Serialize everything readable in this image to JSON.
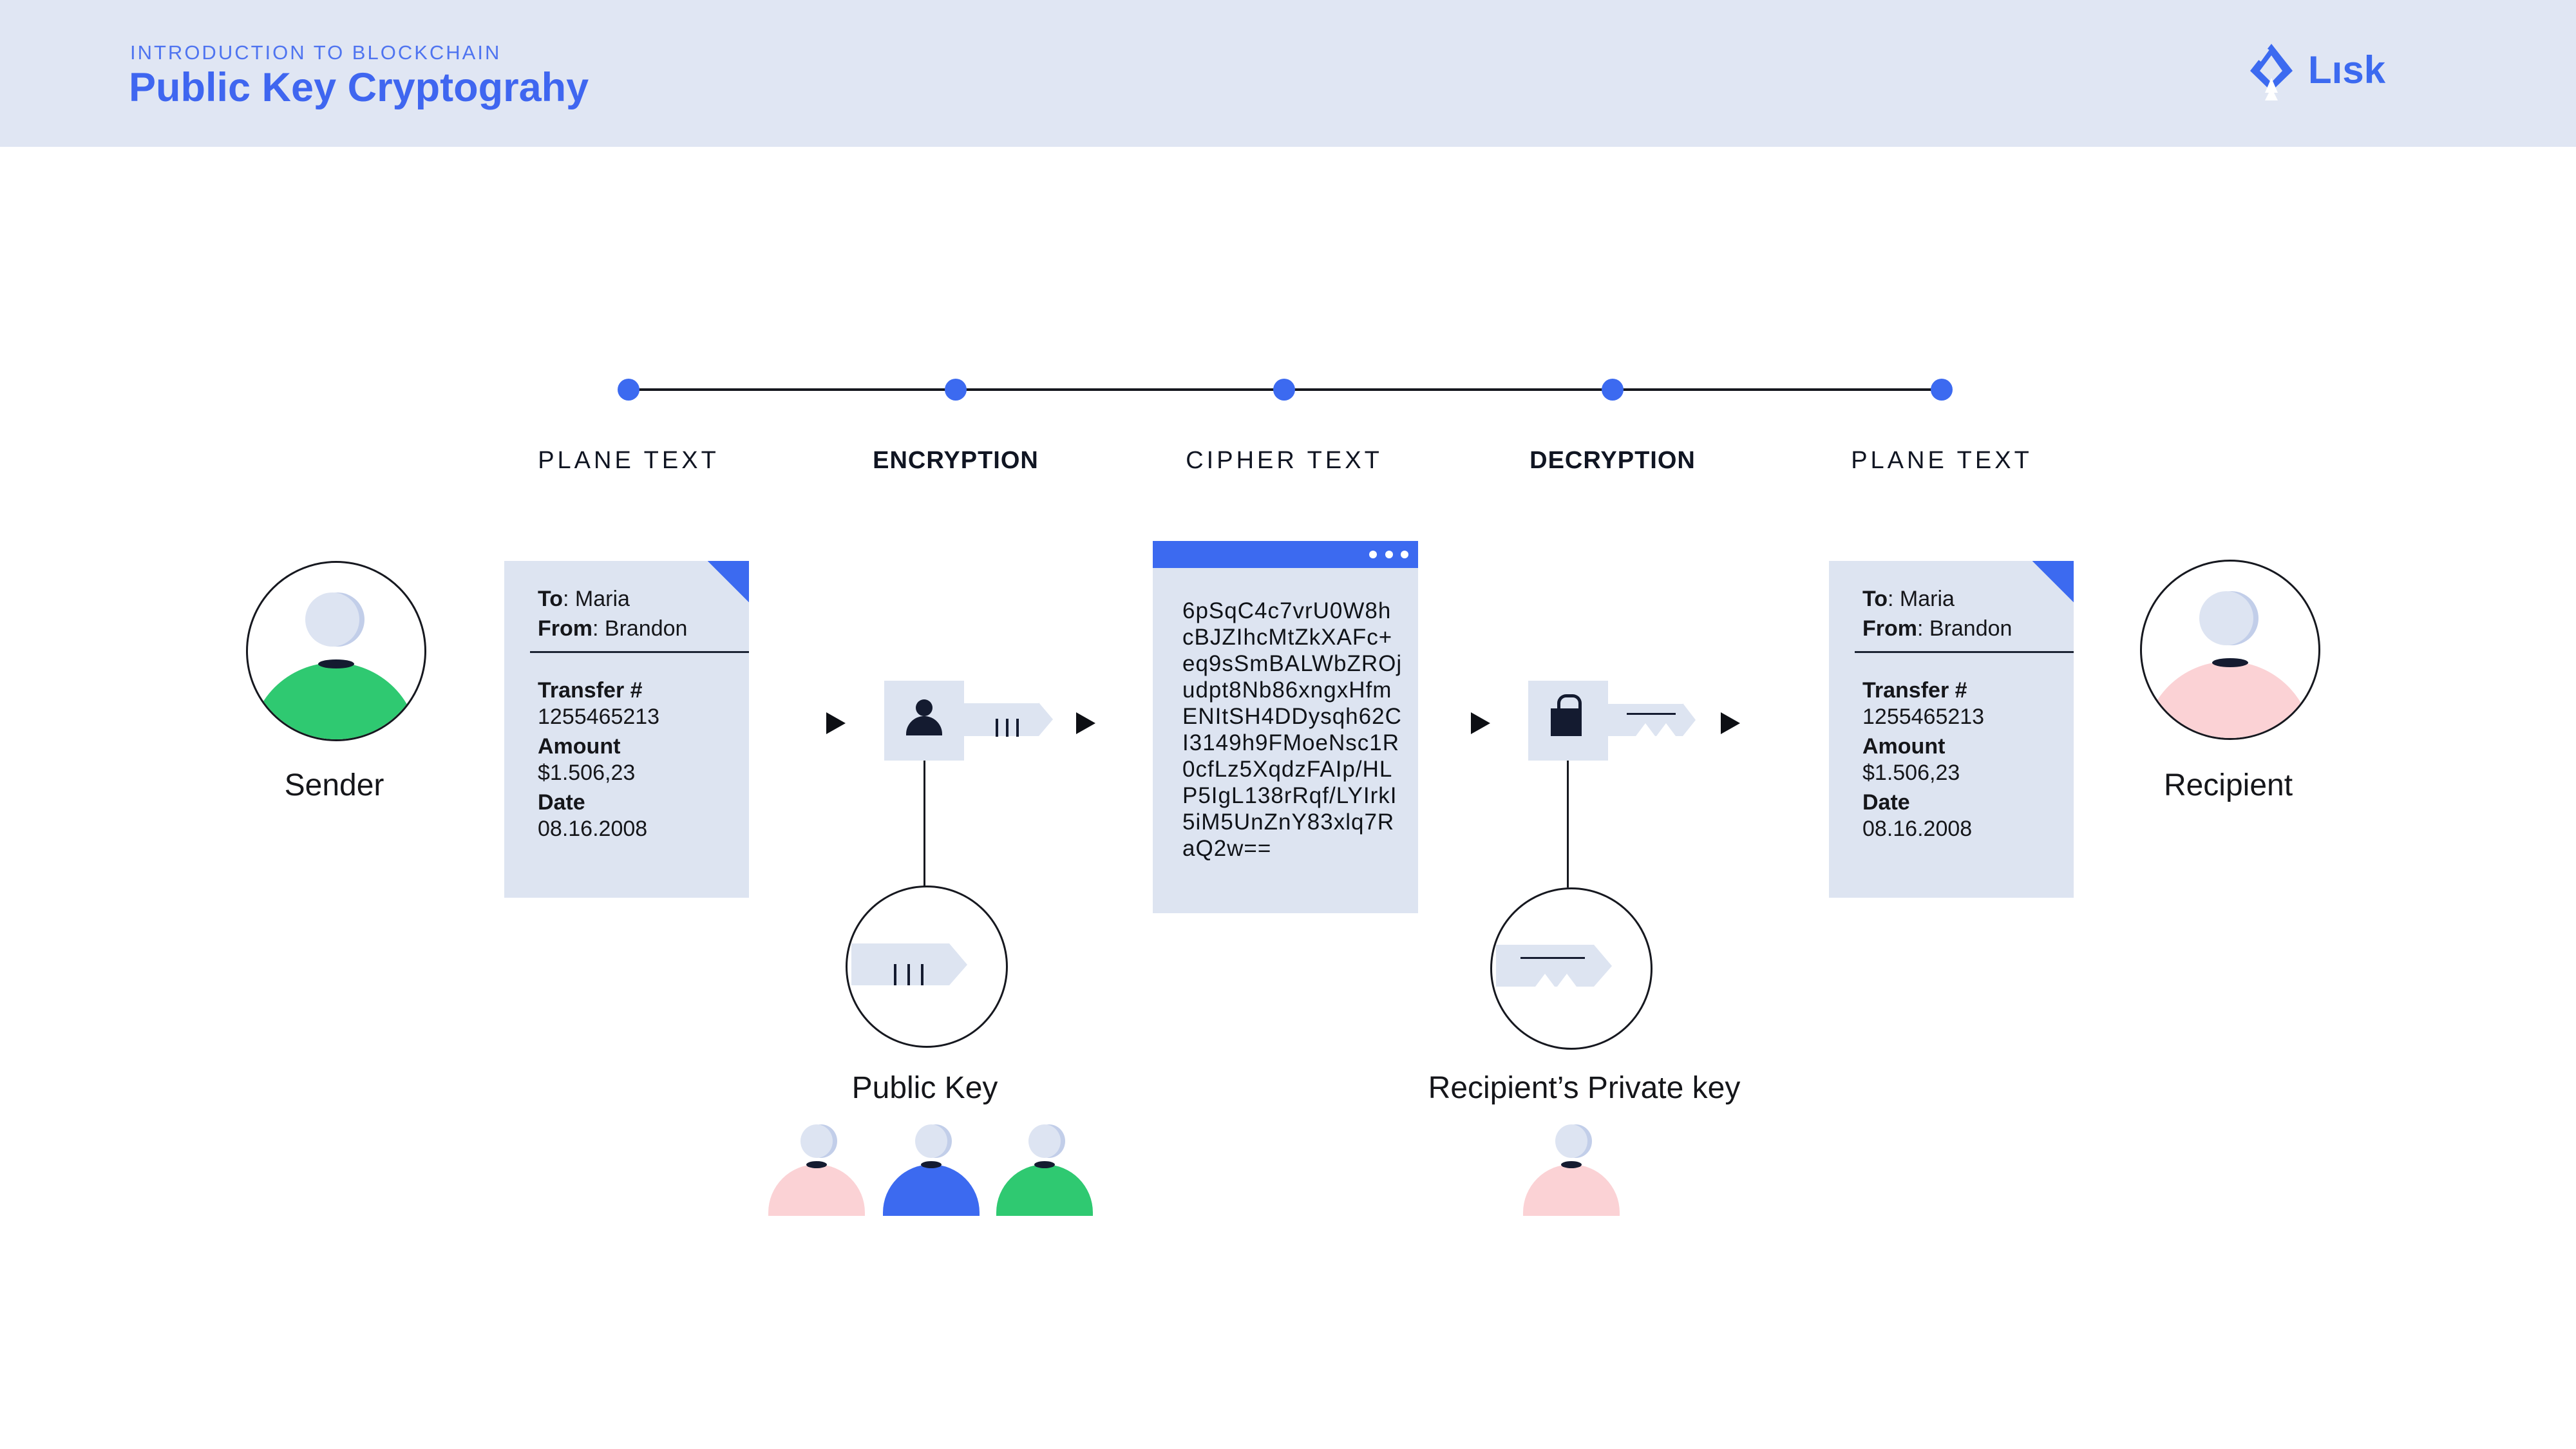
{
  "header": {
    "eyebrow": "INTRODUCTION TO BLOCKCHAIN",
    "title": "Public Key Cryptograhy",
    "brand": "Lısk"
  },
  "timeline": {
    "stages": [
      {
        "label": "PLANE TEXT"
      },
      {
        "label": "ENCRYPTION"
      },
      {
        "label": "CIPHER TEXT"
      },
      {
        "label": "DECRYPTION"
      },
      {
        "label": "PLANE TEXT"
      }
    ]
  },
  "message": {
    "to_label": "To",
    "to_value": ": Maria",
    "from_label": "From",
    "from_value": ": Brandon",
    "transfer_label": "Transfer #",
    "transfer_value": "1255465213",
    "amount_label": "Amount",
    "amount_value": "$1.506,23",
    "date_label": "Date",
    "date_value": "08.16.2008"
  },
  "cipher": {
    "lines": [
      "6pSqC4c7vrU0W8h",
      "cBJZIhcMtZkXAFc+",
      "eq9sSmBALWbZROj",
      "udpt8Nb86xngxHfm",
      "ENItSH4DDysqh62C",
      "I3149h9FMoeNsc1R",
      "0cfLz5XqdzFAIp/HL",
      "P5IgL138rRqf/LYIrkI",
      "5iM5UnZnY83xlq7R",
      "aQ2w=="
    ]
  },
  "labels": {
    "sender": "Sender",
    "recipient": "Recipient",
    "public_key": "Public Key",
    "private_key": "Recipient’s Private key"
  },
  "colors": {
    "accent_blue": "#3c6af0",
    "navy": "#141b30",
    "panel_light": "#dde4f1",
    "header_bg": "#e0e6f3",
    "green": "#2fc971",
    "pink": "#fbd2d5",
    "head": "#dde4f2",
    "head_shade": "#c2cee9",
    "text": "#15161a"
  }
}
